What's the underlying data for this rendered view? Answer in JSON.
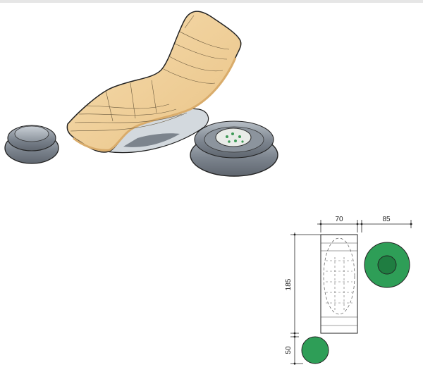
{
  "product_view": {
    "items": [
      "lounger-chaise",
      "ottoman-pouf",
      "planter-table"
    ]
  },
  "plan": {
    "dimensions": {
      "lounger_width": "70",
      "table_diameter": "85",
      "lounger_length": "185",
      "pouf_diameter": "50"
    }
  },
  "colors": {
    "wood": "#f3d39f",
    "wood_edge": "#e2b87a",
    "pouf": "#8a929c",
    "base": "#cfd6dc",
    "plan_green": "#2e9e57"
  }
}
